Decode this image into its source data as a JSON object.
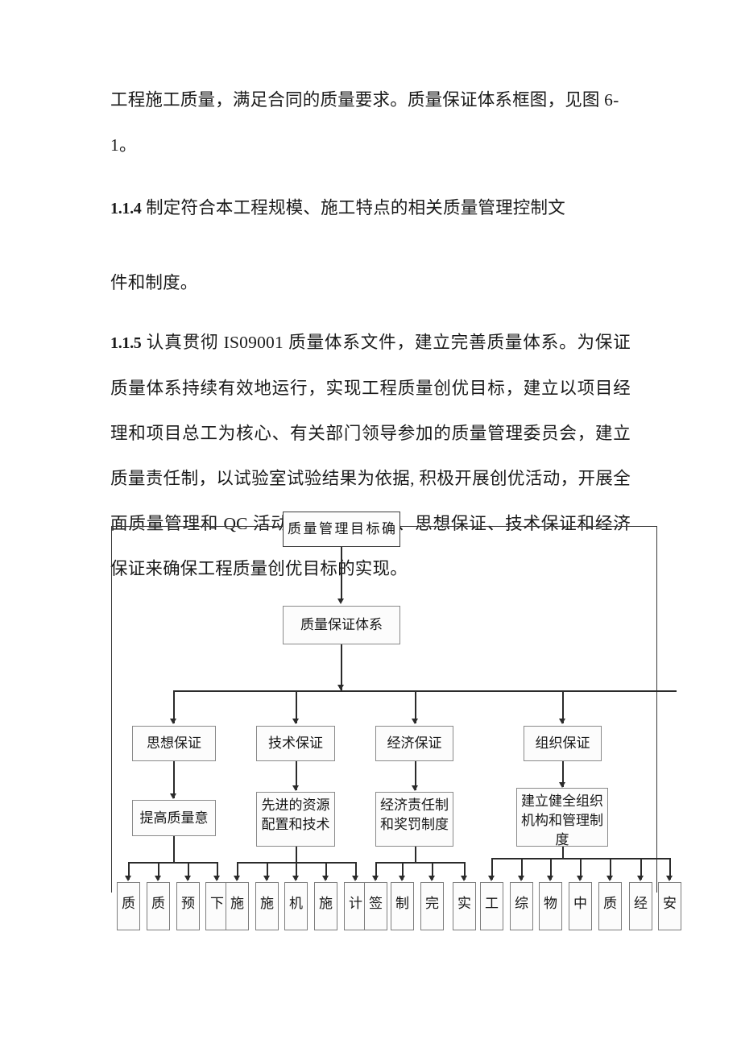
{
  "document": {
    "paragraphs": [
      {
        "id": "p-intro",
        "text": "工程施工质量，满足合同的质量要求。质量保证体系框图，见图 6-1。"
      },
      {
        "id": "p-114",
        "number": "1.1.4",
        "text": "制定符合本工程规模、施工特点的相关质量管理控制文"
      },
      {
        "id": "p-114-cont",
        "text": "件和制度。"
      },
      {
        "id": "p-115",
        "number": "1.1.5",
        "text": "认真贯彻 IS09001 质量体系文件，建立完善质量体系。为保证质量体系持续有效地运行，实现工程质量创优目标，建立以项目经理和项目总工为核心、有关部门领导参加的质量管理委员会，建立质量责任制，以试验室试验结果为依据, 积极开展创优活动，开展全面质量管理和 QC 活动，从组织保证、思想保证、技术保证和经济保证来确保工程质量创优目标的实现。"
      }
    ]
  },
  "diagram": {
    "title": "质量保证体系框图",
    "level0": {
      "label": "质量管理目标确"
    },
    "level1": {
      "label": "质量保证体系"
    },
    "level2": [
      {
        "label": "思想保证"
      },
      {
        "label": "技术保证"
      },
      {
        "label": "经济保证"
      },
      {
        "label": "组织保证"
      }
    ],
    "level3": [
      {
        "label": "提高质量意"
      },
      {
        "label": "先进的资源配置和技术"
      },
      {
        "label": "经济责任制和奖罚制度"
      },
      {
        "label": "建立健全组织机构和管理制度"
      }
    ],
    "leaves": {
      "group1": [
        "质",
        "质",
        "预",
        "下"
      ],
      "group2": [
        "施",
        "施",
        "机",
        "施",
        "计"
      ],
      "group3": [
        "签",
        "制",
        "完",
        "实"
      ],
      "group4": [
        "工",
        "综",
        "物",
        "中",
        "质",
        "经",
        "安"
      ]
    }
  },
  "colors": {
    "page_background": "#ffffff",
    "text": "#1a1a1a",
    "frame_stroke": "#3a3a3a",
    "node_stroke": "#8a8a8a",
    "connector": "#2b2b2b"
  }
}
